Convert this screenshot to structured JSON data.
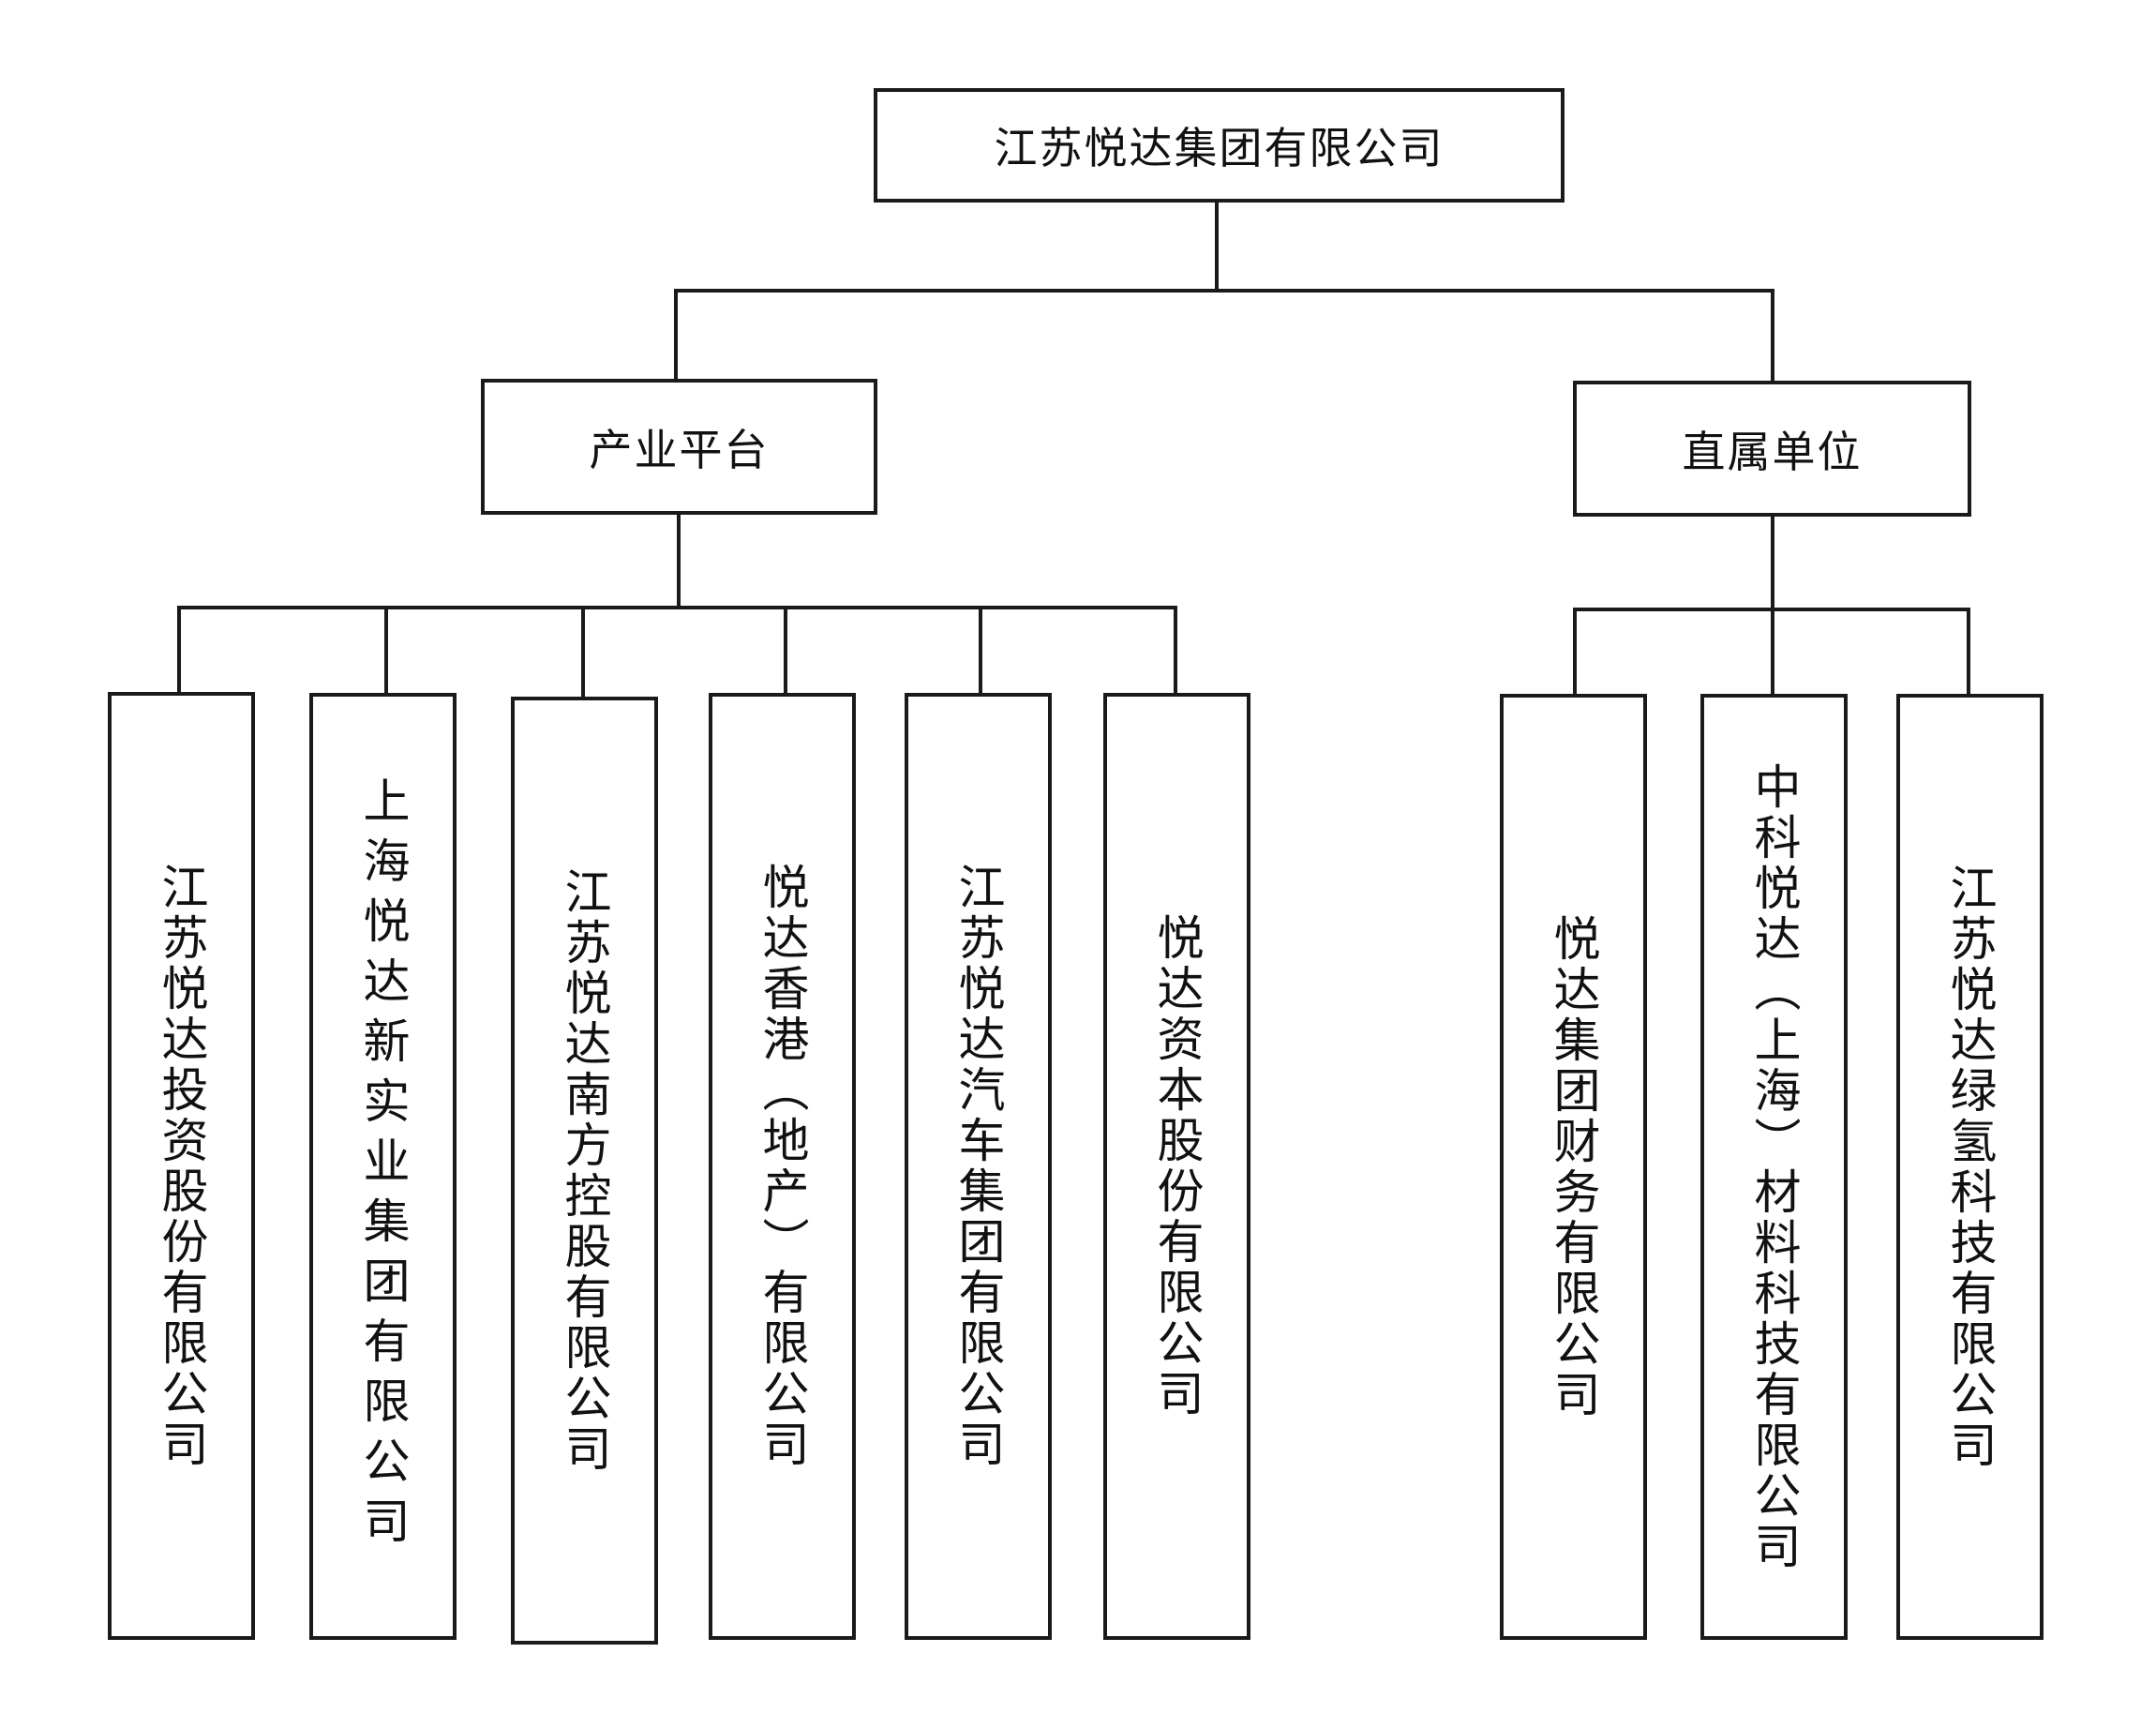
{
  "root": {
    "label": "江苏悦达集团有限公司"
  },
  "platform": {
    "label": "产业平台"
  },
  "direct": {
    "label": "直属单位"
  },
  "platform_children": [
    {
      "label": "江苏悦达投资股份有限公司"
    },
    {
      "label": "上海悦达新实业集团有限公司"
    },
    {
      "label": "江苏悦达南方控股有限公司"
    },
    {
      "label": "悦达香港（地产）有限公司"
    },
    {
      "label": "江苏悦达汽车集团有限公司"
    },
    {
      "label": "悦达资本股份有限公司"
    }
  ],
  "direct_children": [
    {
      "label": "悦达集团财务有限公司"
    },
    {
      "label": "中科悦达（上海）材料科技有限公司"
    },
    {
      "label": "江苏悦达绿氢科技有限公司"
    }
  ]
}
